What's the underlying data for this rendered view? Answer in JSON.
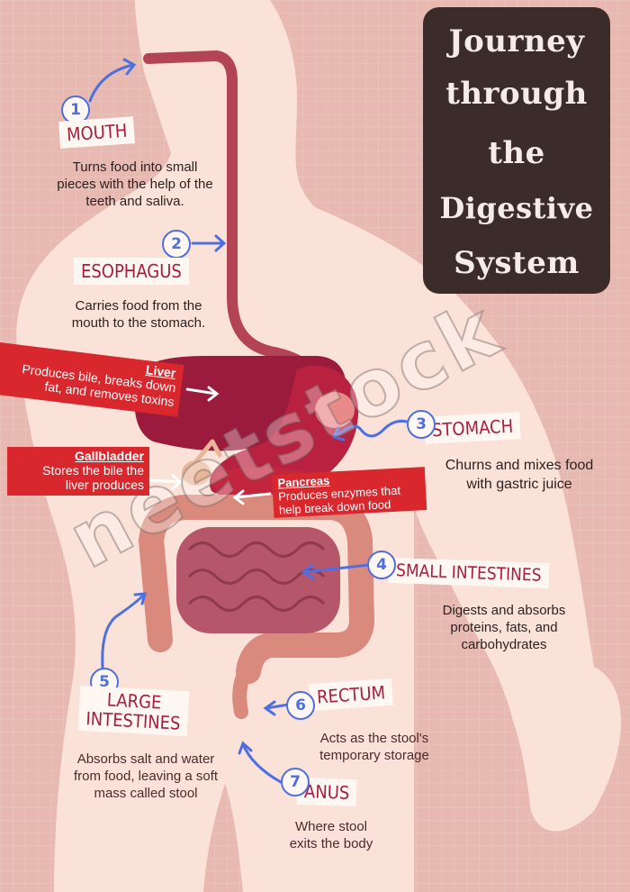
{
  "title": {
    "lines": [
      "Journey",
      "through",
      "the",
      "Digestive",
      "System"
    ]
  },
  "steps": [
    {
      "num": "1",
      "name": "MOUTH",
      "desc": [
        "Turns food into small",
        "pieces with the help of the",
        "teeth and saliva."
      ]
    },
    {
      "num": "2",
      "name": "ESOPHAGUS",
      "desc": [
        "Carries food from the",
        "mouth to the stomach."
      ]
    },
    {
      "num": "3",
      "name": "STOMACH",
      "desc": [
        "Churns and mixes food",
        "with gastric juice"
      ]
    },
    {
      "num": "4",
      "name": "SMALL INTESTINES",
      "desc": [
        "Digests and absorbs",
        "proteins, fats, and",
        "carbohydrates"
      ]
    },
    {
      "num": "5",
      "name": [
        "LARGE",
        "INTESTINES"
      ],
      "desc": [
        "Absorbs salt and water",
        "from food, leaving a soft",
        "mass called stool"
      ]
    },
    {
      "num": "6",
      "name": "RECTUM",
      "desc": [
        "Acts as the stool's",
        "temporary storage"
      ]
    },
    {
      "num": "7",
      "name": "ANUS",
      "desc": [
        "Where stool",
        "exits the body"
      ]
    }
  ],
  "callouts": {
    "liver": {
      "name": "Liver",
      "text": [
        "Produces bile, breaks down",
        "fat, and removes toxins"
      ]
    },
    "gallbladder": {
      "name": "Gallbladder",
      "text": [
        "Stores the bile the",
        "liver produces"
      ]
    },
    "pancreas": {
      "name": "Pancreas",
      "text": [
        "Produces enzymes that",
        "help break down food"
      ]
    }
  },
  "watermark": "neetstock",
  "colors": {
    "background": "#e8b9b1",
    "body": "#fbe2d8",
    "title_bg": "#3b2c2a",
    "label_text": "#a81f3d",
    "arrow": "#4f6fe0",
    "callout": "#d8282e",
    "liver": "#9a1b3c",
    "intestine": "#d98a7c"
  }
}
